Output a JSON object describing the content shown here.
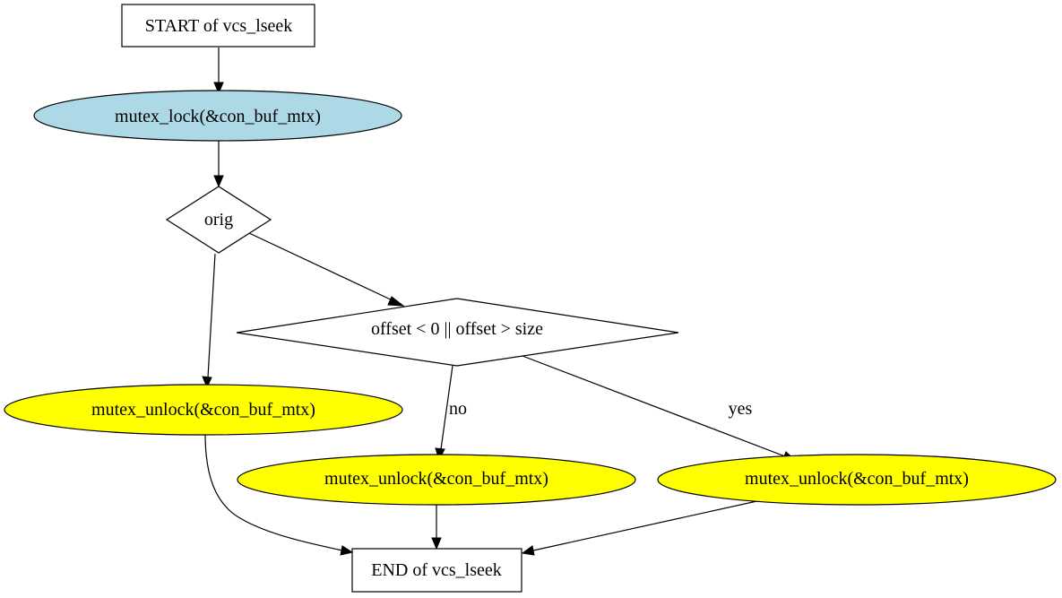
{
  "colors": {
    "lock_fill": "#add8e6",
    "unlock_fill": "#ffff00",
    "box_fill": "#ffffff",
    "stroke": "#000000"
  },
  "nodes": {
    "start": {
      "label": "START of vcs_lseek"
    },
    "lock": {
      "label": "mutex_lock(&con_buf_mtx)"
    },
    "orig": {
      "label": "orig"
    },
    "cond": {
      "label": "offset < 0 || offset > size"
    },
    "unlock_left": {
      "label": "mutex_unlock(&con_buf_mtx)"
    },
    "unlock_mid": {
      "label": "mutex_unlock(&con_buf_mtx)"
    },
    "unlock_right": {
      "label": "mutex_unlock(&con_buf_mtx)"
    },
    "end": {
      "label": "END of vcs_lseek"
    }
  },
  "edges": {
    "cond_no": {
      "label": "no"
    },
    "cond_yes": {
      "label": "yes"
    }
  }
}
